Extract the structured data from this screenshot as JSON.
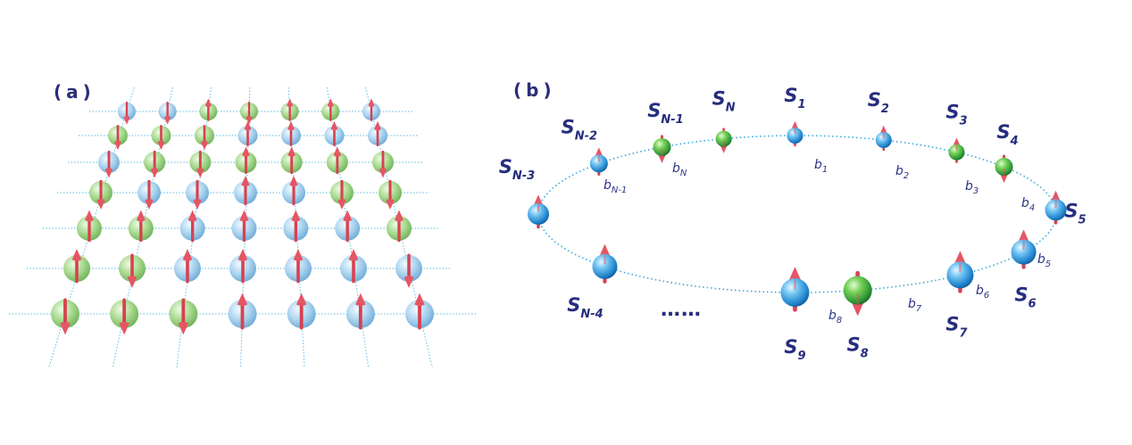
{
  "panel_a": {
    "label": "(a)",
    "rows": [
      "BBGGGGB",
      "GGGBBBB",
      "BGGGGGG",
      "GBBBBGG",
      "GGBBBBG",
      "GGBBBBB",
      "GGGBBBB"
    ],
    "spins": [
      "DDUDUUU",
      "DDDUUUU",
      "DDDUUUD",
      "DDDUUDD",
      "UUUUUUU",
      "UDUUUUD",
      "DDDUUUU"
    ]
  },
  "panel_b": {
    "label": "(b)",
    "ellipsis": "……",
    "sites": [
      {
        "id": "S1",
        "base": "S",
        "sub": "1",
        "color": "blue",
        "spin": "up"
      },
      {
        "id": "S2",
        "base": "S",
        "sub": "2",
        "color": "blue",
        "spin": "up"
      },
      {
        "id": "S3",
        "base": "S",
        "sub": "3",
        "color": "green",
        "spin": "up"
      },
      {
        "id": "S4",
        "base": "S",
        "sub": "4",
        "color": "green",
        "spin": "down"
      },
      {
        "id": "S5",
        "base": "S",
        "sub": "5",
        "color": "blue",
        "spin": "up"
      },
      {
        "id": "S6",
        "base": "S",
        "sub": "6",
        "color": "blue",
        "spin": "up"
      },
      {
        "id": "S7",
        "base": "S",
        "sub": "7",
        "color": "blue",
        "spin": "up"
      },
      {
        "id": "S8",
        "base": "S",
        "sub": "8",
        "color": "green",
        "spin": "down"
      },
      {
        "id": "S9",
        "base": "S",
        "sub": "9",
        "color": "blue",
        "spin": "up"
      },
      {
        "id": "SN4",
        "base": "S",
        "sub": "N-4",
        "color": "blue",
        "spin": "up"
      },
      {
        "id": "SN3",
        "base": "S",
        "sub": "N-3",
        "color": "blue",
        "spin": "up"
      },
      {
        "id": "SN2",
        "base": "S",
        "sub": "N-2",
        "color": "blue",
        "spin": "up"
      },
      {
        "id": "SN1",
        "base": "S",
        "sub": "N-1",
        "color": "green",
        "spin": "down"
      },
      {
        "id": "SN",
        "base": "S",
        "sub": "N",
        "color": "green",
        "spin": "down"
      }
    ],
    "bonds": [
      {
        "id": "b1",
        "base": "b",
        "sub": "1"
      },
      {
        "id": "b2",
        "base": "b",
        "sub": "2"
      },
      {
        "id": "b3",
        "base": "b",
        "sub": "3"
      },
      {
        "id": "b4",
        "base": "b",
        "sub": "4"
      },
      {
        "id": "b5",
        "base": "b",
        "sub": "5"
      },
      {
        "id": "b6",
        "base": "b",
        "sub": "6"
      },
      {
        "id": "b7",
        "base": "b",
        "sub": "7"
      },
      {
        "id": "b8",
        "base": "b",
        "sub": "8"
      },
      {
        "id": "bN1",
        "base": "b",
        "sub": "N-1"
      },
      {
        "id": "bN",
        "base": "b",
        "sub": "N"
      }
    ]
  },
  "colors": {
    "label": "#262d7e",
    "lattice_line": "#56b6d8",
    "arrow": "#e04a5a",
    "sphere_blue": "#2c93d8",
    "sphere_green": "#3aa33a"
  }
}
